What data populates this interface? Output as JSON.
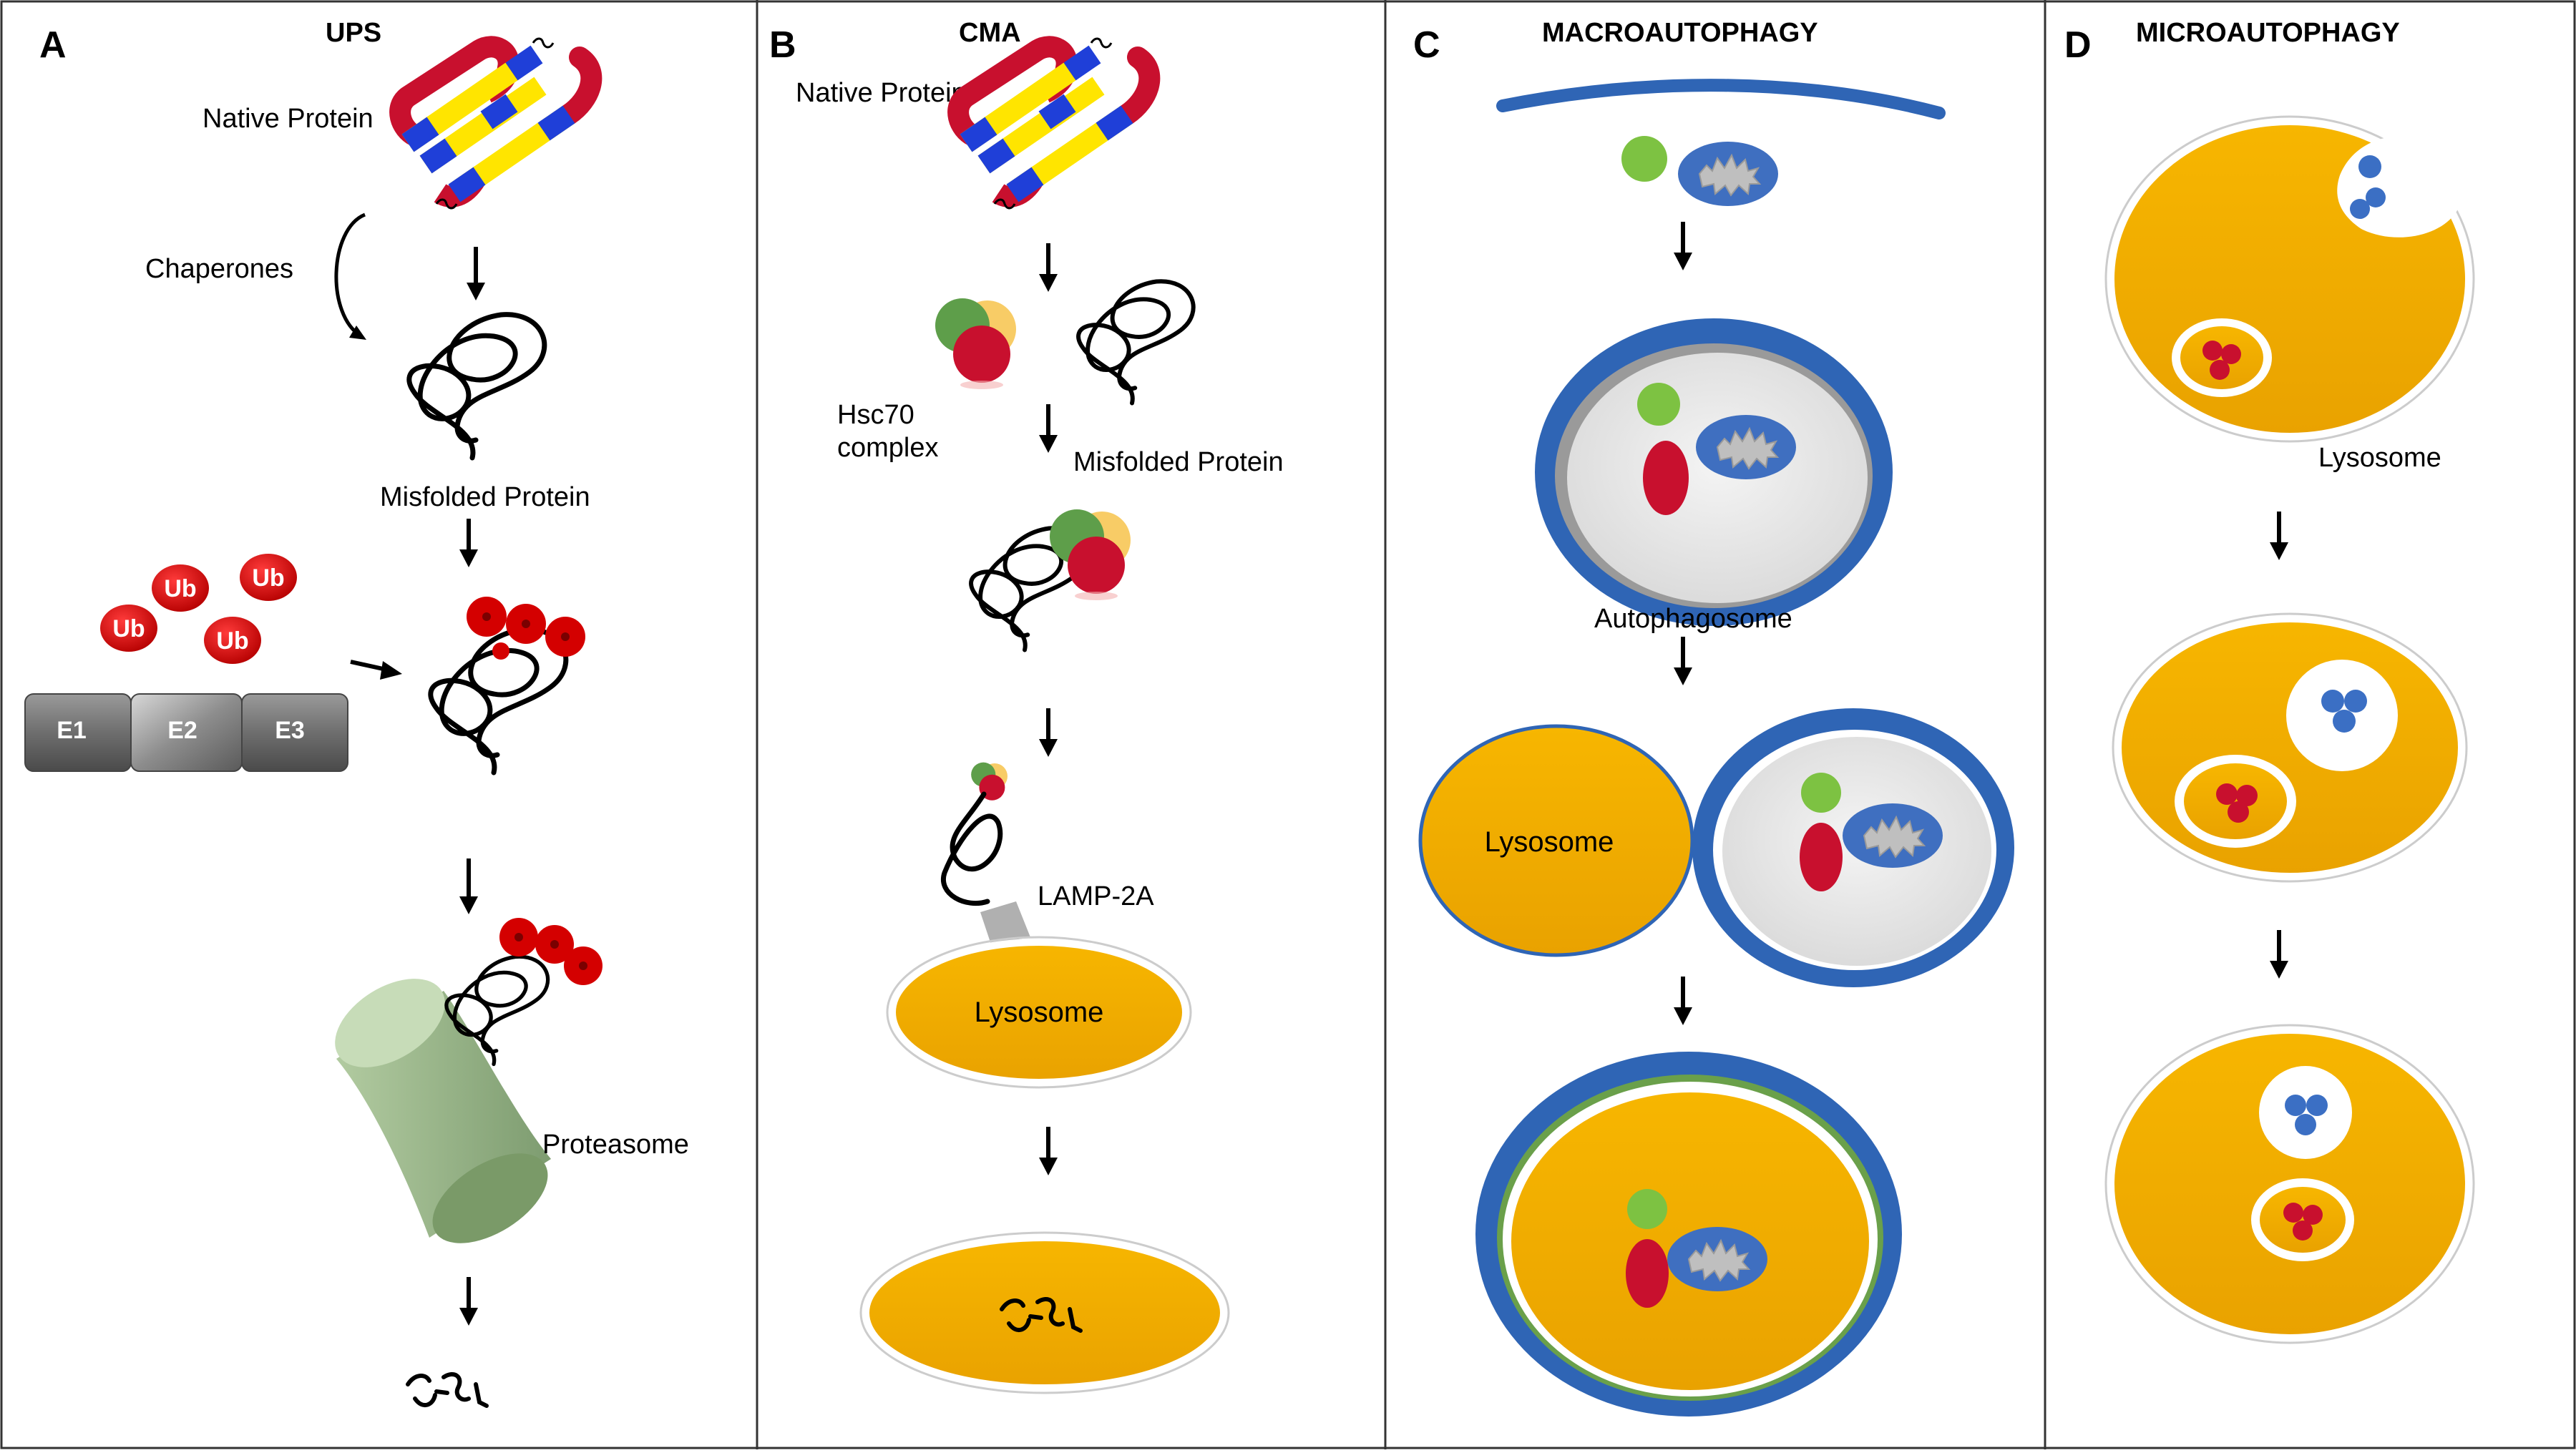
{
  "figure": {
    "panels": [
      {
        "letter": "A",
        "title": "UPS"
      },
      {
        "letter": "B",
        "title": "CMA"
      },
      {
        "letter": "C",
        "title": "MACROAUTOPHAGY"
      },
      {
        "letter": "D",
        "title": "MICROAUTOPHAGY"
      }
    ],
    "ups": {
      "native_protein": "Native Protein",
      "chaperones": "Chaperones",
      "misfolded_protein": "Misfolded Protein",
      "ubiquitin": [
        "Ub",
        "Ub",
        "Ub",
        "Ub"
      ],
      "enzymes": [
        "E1",
        "E2",
        "E3"
      ],
      "proteasome": "Proteasome"
    },
    "cma": {
      "native_protein": "Native Protein",
      "hsc70_line1": "Hsc70",
      "hsc70_line2": "complex",
      "misfolded_protein": "Misfolded Protein",
      "lamp2a": "LAMP-2A",
      "lysosome": "Lysosome"
    },
    "macro": {
      "autophagosome": "Autophagosome",
      "lysosome": "Lysosome"
    },
    "micro": {
      "lysosome": "Lysosome"
    },
    "colors": {
      "lysosome": "#F5B000",
      "membrane": "#2F65B5",
      "ubiquitin": "#CC0000",
      "green": "#7DC242",
      "red": "#C8102E",
      "blue": "#3B6FC4",
      "yellow": "#FFE500",
      "proteasome": "#8FB07A"
    }
  }
}
